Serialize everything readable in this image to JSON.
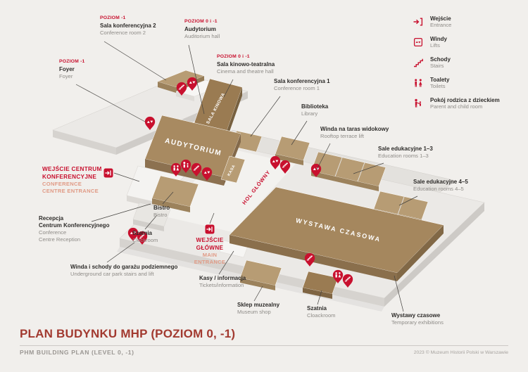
{
  "colors": {
    "accent_red": "#c8102e",
    "title_red": "#a23a30",
    "brown_block": "#a88a61",
    "tan_block": "#b79c74",
    "slab": "#ebe9e6"
  },
  "legend": {
    "items": [
      {
        "icon": "entrance-icon",
        "pl": "Wejście",
        "en": "Entrance"
      },
      {
        "icon": "lift-icon",
        "pl": "Windy",
        "en": "Lifts"
      },
      {
        "icon": "stairs-icon",
        "pl": "Schody",
        "en": "Stairs"
      },
      {
        "icon": "toilets-icon",
        "pl": "Toalety",
        "en": "Toilets"
      },
      {
        "icon": "parent-child-icon",
        "pl": "Pokój rodzica z dzieckiem",
        "en": "Parent and child room"
      }
    ]
  },
  "labels": {
    "conference_room_2": {
      "level": "POZIOM -1",
      "pl": "Sala konferencyjna 2",
      "en": "Conference room 2"
    },
    "auditorium": {
      "level": "POZIOM 0 i -1",
      "pl": "Audytorium",
      "en": "Auditorium hall"
    },
    "foyer": {
      "level": "POZIOM -1",
      "pl": "Foyer",
      "en": "Foyer"
    },
    "cinema": {
      "level": "POZIOM 0 i -1",
      "pl": "Sala kinowo-teatralna",
      "en": "Cinema and theatre hall"
    },
    "conference_room_1": {
      "pl": "Sala konferencyjna 1",
      "en": "Conference room 1"
    },
    "library": {
      "pl": "Biblioteka",
      "en": "Library"
    },
    "rooftop_lift": {
      "pl": "Winda na taras widokowy",
      "en": "Rooftop terrace lift"
    },
    "education_1_3": {
      "pl": "Sale edukacyjne 1–3",
      "en": "Education rooms 1–3"
    },
    "education_4_5": {
      "pl": "Sale edukacyjne 4–5",
      "en": "Education rooms 4–5"
    },
    "conference_entrance": {
      "pl": "WEJŚCIE CENTRUM\nKONFERENCYJNE",
      "en": "CONFERENCE\nCENTRE ENTRANCE"
    },
    "reception": {
      "pl": "Recepcja\nCentrum Konferencyjnego",
      "en": "Conference\nCentre Reception"
    },
    "bistro": {
      "pl": "Bistro",
      "en": "Bistro"
    },
    "cloakroom_1": {
      "pl": "Szatnia",
      "en": "Clockroom"
    },
    "garage": {
      "pl": "Winda i schody do garażu podziemnego",
      "en": "Underground car park stairs and lift"
    },
    "main_entrance": {
      "pl": "WEJŚCIE\nGŁÓWNE",
      "en": "MAIN\nENTRANCE"
    },
    "tickets": {
      "pl": "Kasy / informacja",
      "en": "Tickets/information"
    },
    "shop": {
      "pl": "Sklep muzealny",
      "en": "Museum shop"
    },
    "cloakroom_2": {
      "pl": "Szatnia",
      "en": "Cloackroom"
    },
    "temporary_exhibitions": {
      "pl": "Wystawy czasowe",
      "en": "Temporary exhibitions"
    }
  },
  "plan_texts": {
    "auditorium": "AUDYTORIUM",
    "cinema": "SALA KINOWA",
    "ticket_desk": "KASA",
    "main_hall": "HOL GŁÓWNY",
    "temporary_exhibition": "WYSTAWA CZASOWA"
  },
  "footer": {
    "title": "PLAN BUDYNKU MHP (POZIOM 0, -1)",
    "subtitle": "PHM BUILDING PLAN (LEVEL 0, -1)",
    "copyright": "2023 © Muzeum Historii Polski w Warszawie"
  }
}
